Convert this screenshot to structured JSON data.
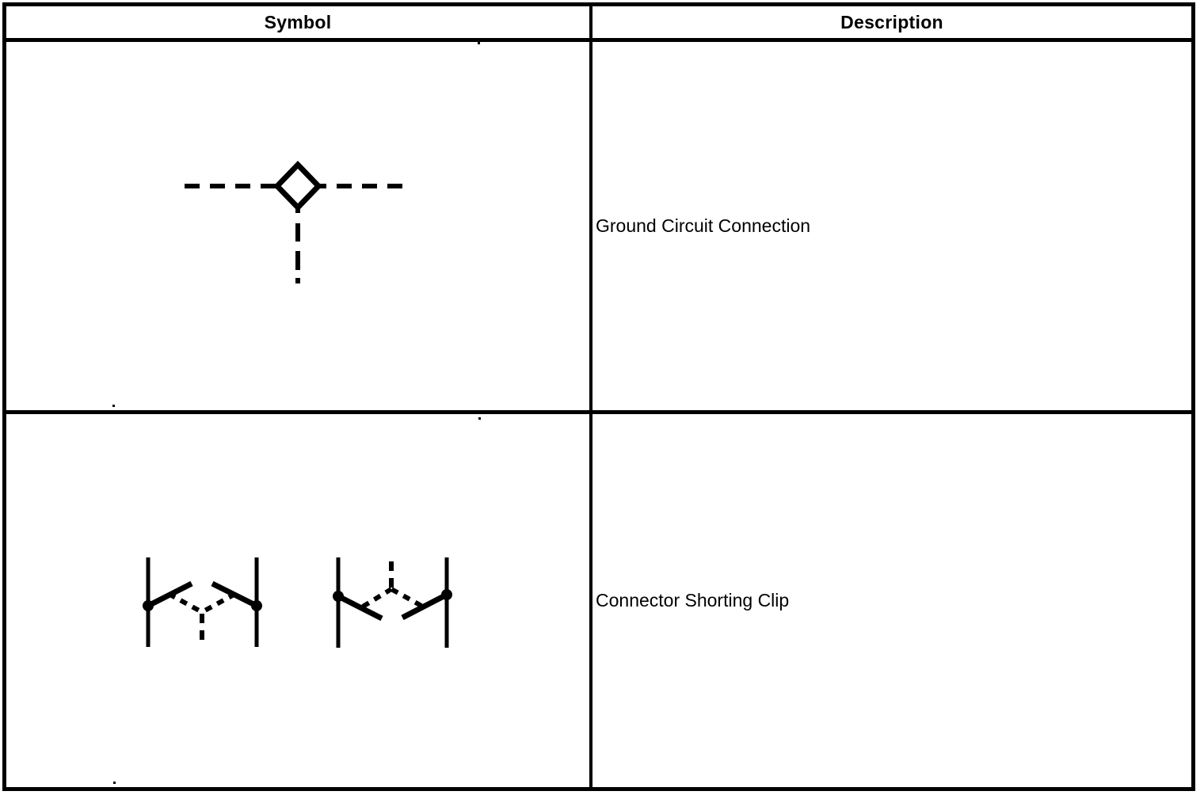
{
  "table": {
    "columns": [
      {
        "label": "Symbol"
      },
      {
        "label": "Description"
      }
    ],
    "rows": [
      {
        "symbol": "ground-circuit-connection",
        "description": "Ground Circuit Connection"
      },
      {
        "symbol": "connector-shorting-clip",
        "description": "Connector Shorting Clip"
      }
    ]
  },
  "colors": {
    "ink": "#000000",
    "paper": "#ffffff"
  }
}
